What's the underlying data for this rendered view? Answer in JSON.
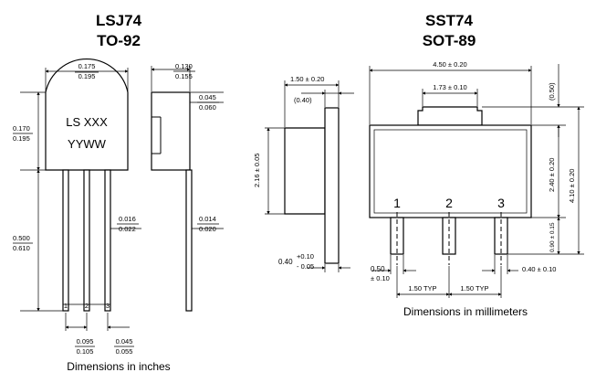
{
  "lsj74": {
    "title": "LSJ74",
    "package": "TO-92",
    "marking_line1": "LS XXX",
    "marking_line2": "YYWW",
    "caption": "Dimensions in inches",
    "dims": {
      "body_w_top": "0.175",
      "body_w_bot": "0.195",
      "side_w_top": "0.130",
      "side_w_bot": "0.155",
      "flat_top": "0.045",
      "flat_bot": "0.060",
      "body_h_top": "0.170",
      "body_h_bot": "0.195",
      "lead_len_top": "0.500",
      "lead_len_bot": "0.610",
      "lead_w_top": "0.016",
      "lead_w_bot": "0.022",
      "lead_t_top": "0.014",
      "lead_t_bot": "0.020",
      "pitch_top": "0.095",
      "pitch_bot": "0.105",
      "sp_top": "0.045",
      "sp_bot": "0.055"
    },
    "pins": [
      "1",
      "2",
      "3"
    ]
  },
  "sst74": {
    "title": "SST74",
    "package": "SOT-89",
    "caption": "Dimensions in millimeters",
    "dims": {
      "width": "4.50 ± 0.20",
      "tab_w": "1.73 ± 0.10",
      "tab_depth": "1.50 ± 0.20",
      "tab_depth2": "(0.40)",
      "body_side": "2.16 ± 0.05",
      "lead_t_main": "0.40",
      "lead_t_plus": "+0.10",
      "lead_t_minus": "- 0.05",
      "top_gap": "(0.50)",
      "body_h": "2.40 ± 0.20",
      "total_h": "4.10 ± 0.20",
      "lead_len": "0.90 ± 0.15",
      "pin_w_main": "0.50",
      "pin_w_tol": "± 0.10",
      "pin3_w": "0.40 ± 0.10",
      "pitch1": "1.50 TYP",
      "pitch2": "1.50 TYP"
    },
    "pins": [
      "1",
      "2",
      "3"
    ]
  }
}
